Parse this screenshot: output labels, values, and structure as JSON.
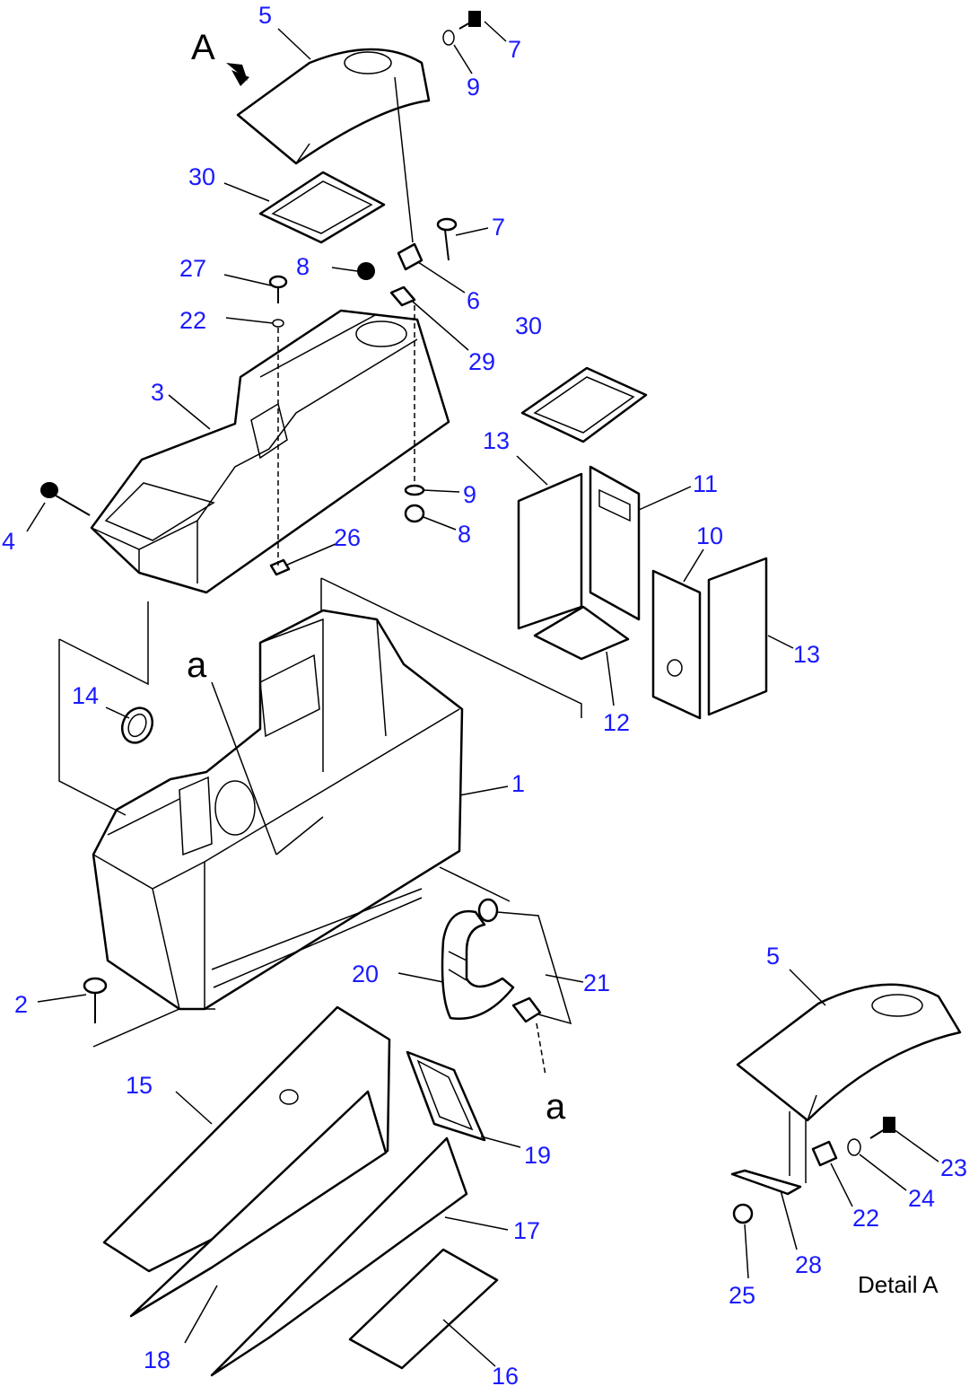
{
  "view_label": "A",
  "detail_title": "Detail A",
  "connection_mark": "a",
  "callouts": [
    {
      "id": "c5-top",
      "text": "5"
    },
    {
      "id": "c7-top",
      "text": "7"
    },
    {
      "id": "c9-top",
      "text": "9"
    },
    {
      "id": "c30-top",
      "text": "30"
    },
    {
      "id": "c7-mid",
      "text": "7"
    },
    {
      "id": "c27",
      "text": "27"
    },
    {
      "id": "c8-top",
      "text": "8"
    },
    {
      "id": "c6",
      "text": "6"
    },
    {
      "id": "c22-top",
      "text": "22"
    },
    {
      "id": "c29",
      "text": "29"
    },
    {
      "id": "c30-right",
      "text": "30"
    },
    {
      "id": "c3",
      "text": "3"
    },
    {
      "id": "c13-top",
      "text": "13"
    },
    {
      "id": "c9-mid",
      "text": "9"
    },
    {
      "id": "c11",
      "text": "11"
    },
    {
      "id": "c4",
      "text": "4"
    },
    {
      "id": "c8-mid",
      "text": "8"
    },
    {
      "id": "c26",
      "text": "26"
    },
    {
      "id": "c10",
      "text": "10"
    },
    {
      "id": "c13-right",
      "text": "13"
    },
    {
      "id": "c14",
      "text": "14"
    },
    {
      "id": "c12",
      "text": "12"
    },
    {
      "id": "c1",
      "text": "1"
    },
    {
      "id": "c20",
      "text": "20"
    },
    {
      "id": "c21",
      "text": "21"
    },
    {
      "id": "c2",
      "text": "2"
    },
    {
      "id": "c5-detail",
      "text": "5"
    },
    {
      "id": "c15",
      "text": "15"
    },
    {
      "id": "c19",
      "text": "19"
    },
    {
      "id": "c23",
      "text": "23"
    },
    {
      "id": "c24",
      "text": "24"
    },
    {
      "id": "c22-detail",
      "text": "22"
    },
    {
      "id": "c17",
      "text": "17"
    },
    {
      "id": "c28",
      "text": "28"
    },
    {
      "id": "c25",
      "text": "25"
    },
    {
      "id": "c18",
      "text": "18"
    },
    {
      "id": "c16",
      "text": "16"
    }
  ]
}
